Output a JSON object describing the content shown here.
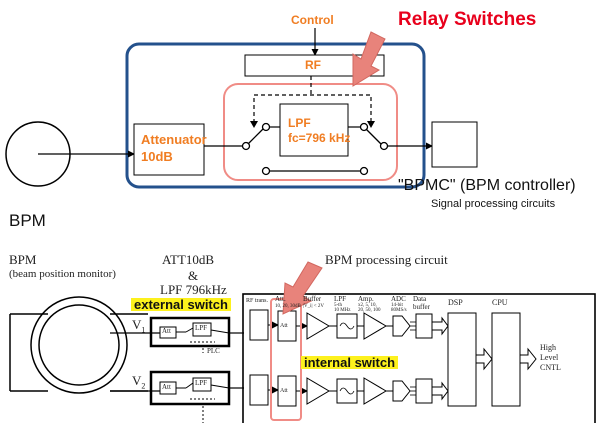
{
  "top": {
    "control_label": "Control",
    "relay_title": "Relay Switches",
    "rf_label": "RF",
    "attenuator_line1": "Attenuator",
    "attenuator_line2": "10dB",
    "lpf_line1": "LPF",
    "lpf_line2": "fc=796 kHz",
    "bpm_label": "BPM",
    "bpmc_label": "\"BPMC\" (BPM controller)",
    "signal_label": "Signal processing circuits"
  },
  "bottom": {
    "bpm_title": "BPM",
    "bpm_subtitle": "(beam position monitor)",
    "att_title": "ATT10dB",
    "amp_symbol": "&",
    "lpf_title": "LPF 796kHz",
    "external_switch": "external switch",
    "internal_switch": "internal switch",
    "processing_title": "BPM processing circuit",
    "v1": "V",
    "v1_sub": "1",
    "v2": "V",
    "v2_sub": "2",
    "att_box": "Att",
    "lpf_box": "LPF",
    "plc": "PLC",
    "rf_trans": "RF trans.",
    "att_col": "Att.",
    "att_col_sub": "10, 20, 30dB",
    "buffer_col": "Buffer",
    "buffer_col_sub": "|V_i| < 2V",
    "lpf_col": "LPF",
    "lpf_col_sub1": "5-th",
    "lpf_col_sub2": "10 MHz",
    "amp_col": "Amp.",
    "amp_col_sub1": "x2, 5, 10,",
    "amp_col_sub2": "20, 50, 100",
    "adc_col": "ADC",
    "adc_col_sub1": "14-bit",
    "adc_col_sub2": "80MS/s",
    "data_col": "Data",
    "data_col_2": "buffer",
    "dsp_col": "DSP",
    "cpu_col": "CPU",
    "high1": "High",
    "high2": "Level",
    "high3": "CNTL"
  },
  "colors": {
    "orange": "#f07d22",
    "red": "#e8001c",
    "blue_frame": "#24518c",
    "pink_frame": "#f08c86",
    "arrow_fill": "#e8837b",
    "highlight": "#fdf11d"
  }
}
